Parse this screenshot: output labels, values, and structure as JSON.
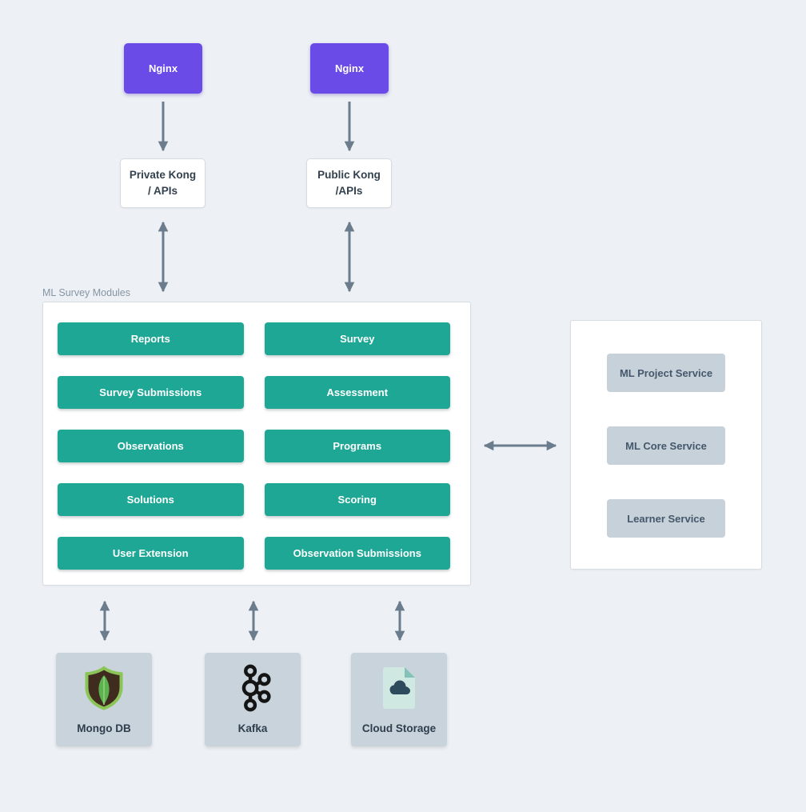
{
  "nodes": {
    "nginx_left": {
      "label": "Nginx"
    },
    "nginx_right": {
      "label": "Nginx"
    },
    "private_kong": {
      "label_line1": "Private Kong",
      "label_line2": "/ APIs"
    },
    "public_kong": {
      "label_line1": "Public Kong",
      "label_line2": "/APIs"
    }
  },
  "modules": {
    "label": "ML Survey Modules",
    "items": [
      {
        "label": "Reports"
      },
      {
        "label": "Survey"
      },
      {
        "label": "Survey Submissions"
      },
      {
        "label": "Assessment"
      },
      {
        "label": "Observations"
      },
      {
        "label": "Programs"
      },
      {
        "label": "Solutions"
      },
      {
        "label": "Scoring"
      },
      {
        "label": "User Extension"
      },
      {
        "label": "Observation Submissions"
      }
    ]
  },
  "services": {
    "items": [
      {
        "label": "ML Project Service"
      },
      {
        "label": "ML Core Service"
      },
      {
        "label": "Learner Service"
      }
    ]
  },
  "datastores": {
    "items": [
      {
        "label": "Mongo DB",
        "icon": "mongodb-icon"
      },
      {
        "label": "Kafka",
        "icon": "kafka-icon"
      },
      {
        "label": "Cloud Storage",
        "icon": "cloud-storage-icon"
      }
    ]
  },
  "colors": {
    "background": "#edf1f5",
    "nginx-purple": "#6a4be8",
    "module-teal": "#1fa796",
    "panel-border": "#d5dde3",
    "service-gray": "#c6d1da",
    "service-text": "#45586b",
    "datastore-gray": "#c8d3db",
    "datastore-text": "#2f3d4d",
    "arrow-gray": "#6b7c8c",
    "label-gray": "#8695a4",
    "kong-text": "#33424f",
    "text-white": "#ffffff",
    "mongodb-green": "#8cc557",
    "mongodb-leaf": "#5bb24e",
    "mongodb-brown": "#402b1f",
    "kafka-black": "#141414",
    "cloud-doc": "#cfe8e2",
    "cloud-fold": "#82c2b7",
    "cloud-cloud": "#2e4b5d"
  }
}
